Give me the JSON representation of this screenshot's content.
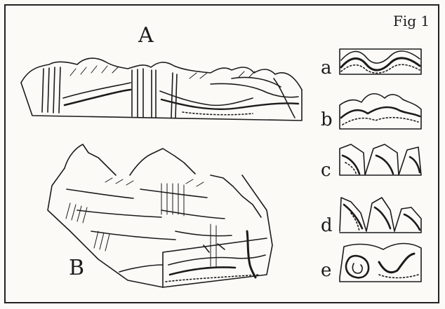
{
  "figure_label": "Fig 1",
  "panel_labels": {
    "A": "A",
    "B": "B"
  },
  "side_labels": [
    "a",
    "b",
    "c",
    "d",
    "e"
  ]
}
